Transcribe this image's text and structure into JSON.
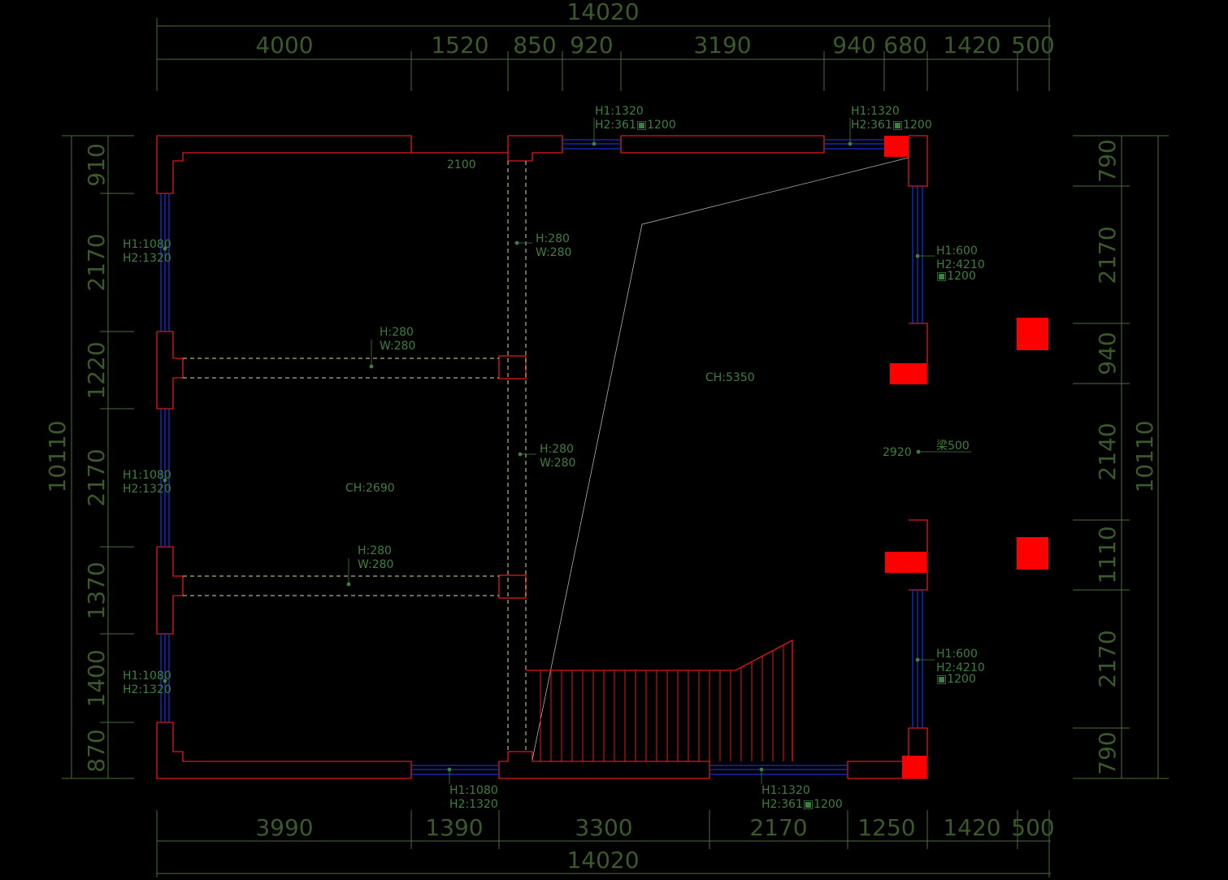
{
  "dims": {
    "top_total": "14020",
    "top_segments": [
      "4000",
      "1520",
      "850",
      "920",
      "3190",
      "940",
      "680",
      "1420",
      "500"
    ],
    "bottom_total": "14020",
    "bottom_segments": [
      "3990",
      "1390",
      "3300",
      "2170",
      "1250",
      "1420",
      "500"
    ],
    "left_total": "10110",
    "left_segments": [
      "910",
      "2170",
      "1220",
      "2170",
      "1370",
      "1400",
      "870"
    ],
    "right_total": "10110",
    "right_segments": [
      "790",
      "2170",
      "940",
      "2140",
      "1110",
      "2170",
      "790"
    ]
  },
  "annotations": {
    "top_window_1": [
      "H1:1320",
      "H2:361▣1200"
    ],
    "top_window_2": [
      "H1:1320",
      "H2:361▣1200"
    ],
    "left_window_1": [
      "H1:1080",
      "H2:1320"
    ],
    "left_window_2": [
      "H1:1080",
      "H2:1320"
    ],
    "left_window_3": [
      "H1:1080",
      "H2:1320"
    ],
    "right_window_1": [
      "H1:600",
      "H2:4210",
      "▣1200"
    ],
    "right_window_2": [
      "H1:600",
      "H2:4210",
      "▣1200"
    ],
    "bottom_window_1": [
      "H1:1080",
      "H2:1320"
    ],
    "bottom_window_2": [
      "H1:1320",
      "H2:361▣1200"
    ],
    "beam_v1": [
      "H:280",
      "W:280"
    ],
    "beam_v2": [
      "H:280",
      "W:280"
    ],
    "beam_h1": [
      "H:280",
      "W:280"
    ],
    "beam_h2": [
      "H:280",
      "W:280"
    ],
    "opening_top": "2100",
    "opening_right": "2920",
    "right_beam": "梁500",
    "ceiling_left": "CH:2690",
    "ceiling_right": "CH:5350"
  },
  "colors": {
    "wall": "#e01818",
    "window": "#1a2fd0",
    "dimension": "#4a6e3a",
    "column": "#ff0000"
  }
}
